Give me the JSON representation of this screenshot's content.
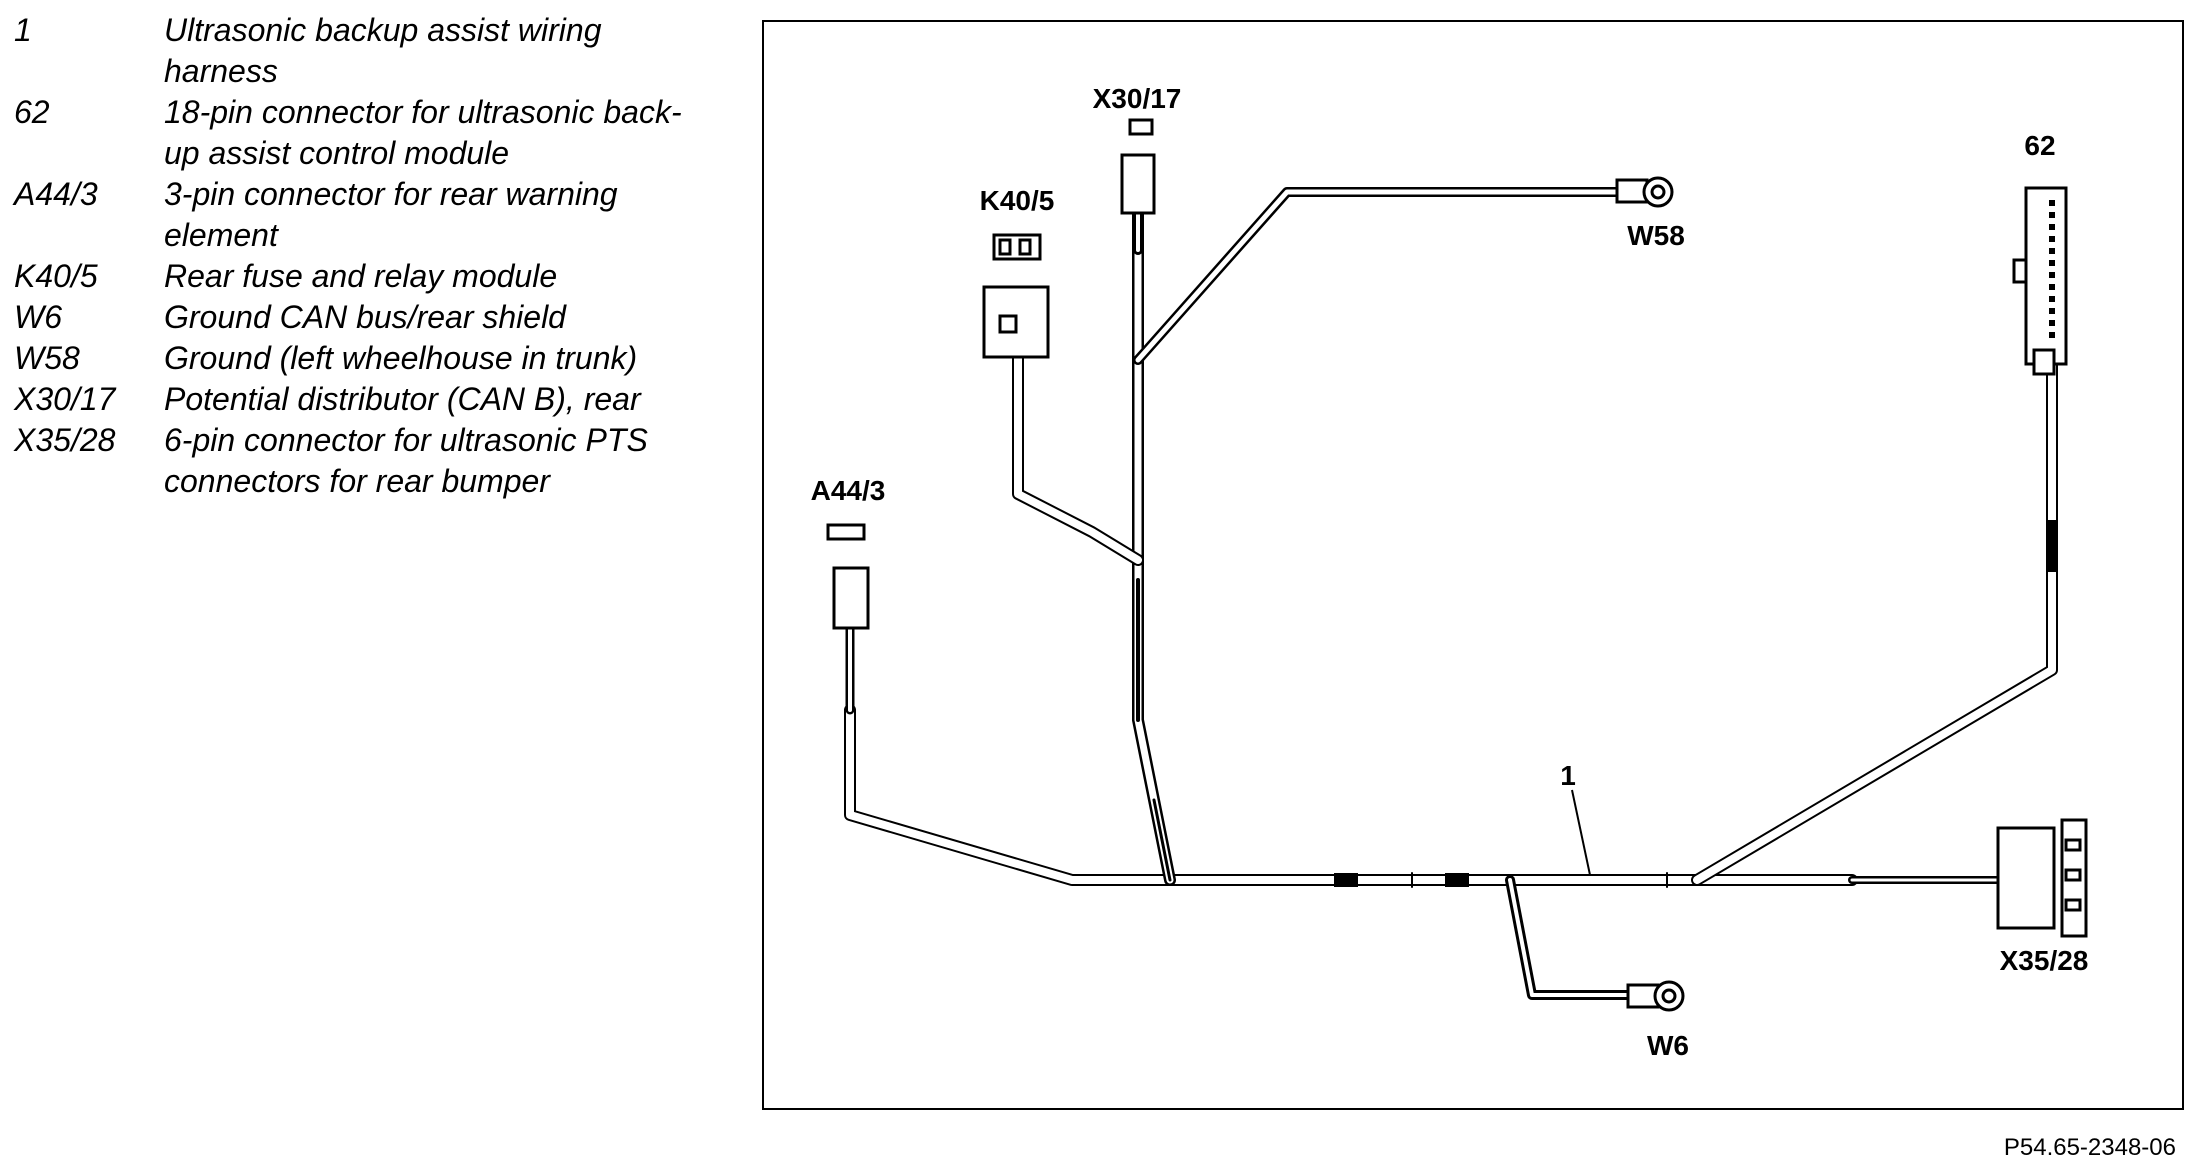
{
  "legend": [
    {
      "code": "1",
      "text": "Ultrasonic backup assist wiring harness"
    },
    {
      "code": "62",
      "text": "18-pin connector for ultrasonic back-up assist control module"
    },
    {
      "code": "A44/3",
      "text": "3-pin connector for rear warning element"
    },
    {
      "code": "K40/5",
      "text": "Rear fuse and relay module"
    },
    {
      "code": "W6",
      "text": "Ground CAN bus/rear shield"
    },
    {
      "code": "W58",
      "text": "Ground (left wheelhouse in trunk)"
    },
    {
      "code": "X30/17",
      "text": "Potential distributor (CAN B), rear"
    },
    {
      "code": "X35/28",
      "text": "6-pin connector for ultrasonic PTS connectors for rear bumper"
    }
  ],
  "diagram": {
    "labels": {
      "x30_17": "X30/17",
      "k40_5": "K40/5",
      "w58": "W58",
      "c62": "62",
      "a44_3": "A44/3",
      "harness": "1",
      "x35_28": "X35/28",
      "w6": "W6"
    }
  },
  "reference": "P54.65-2348-06"
}
